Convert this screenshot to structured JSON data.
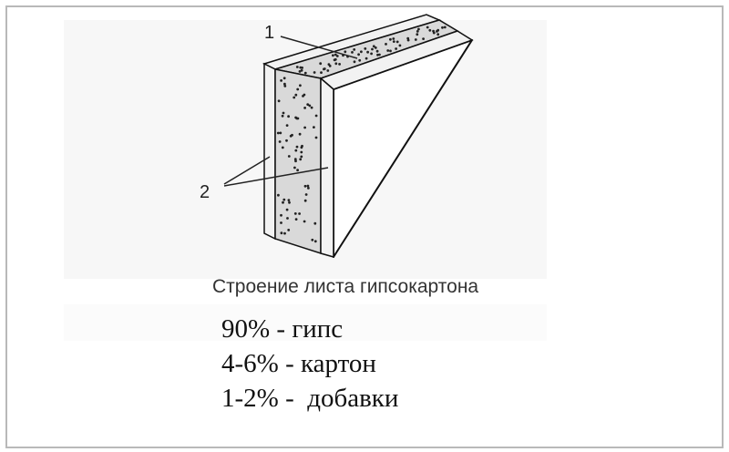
{
  "diagram": {
    "callouts": [
      "1",
      "2"
    ]
  },
  "caption": "Строение листа гипсокартона",
  "composition": [
    "90% - гипс",
    "4-6% - картон",
    "1-2% -  добавки"
  ],
  "colors": {
    "outline": "#111111",
    "core": "#d9d9d9",
    "paper": "#f2f2f2",
    "frame": "#b9b9b9"
  }
}
